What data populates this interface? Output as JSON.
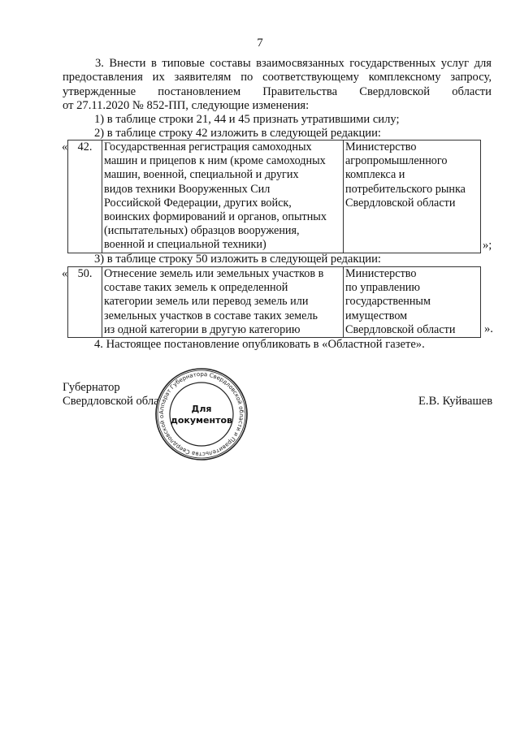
{
  "page_number": "7",
  "paragraph3": {
    "lines": [
      "3. Внести в типовые составы взаимосвязанных государственных услуг для",
      "предоставления их заявителям по соответствующему комплексному запросу,",
      "утвержденные постановлением Правительства Свердловской области",
      "от 27.11.2020 № 852-ПП, следующие изменения:"
    ]
  },
  "sub1": "1) в таблице строки 21, 44 и 45 признать утратившими силу;",
  "sub2": "2) в таблице строку 42 изложить в следующей редакции:",
  "row42": {
    "open_quote": "«",
    "number": "42.",
    "service_lines": [
      "Государственная регистрация самоходных",
      "машин и прицепов к ним (кроме самоходных",
      "машин, военной, специальной и других",
      "видов техники Вооруженных Сил",
      "Российской Федерации, других войск,",
      "воинских формирований и органов, опытных",
      "(испытательных) образцов вооружения,",
      "военной и специальной техники)"
    ],
    "agency_lines": [
      "Министерство",
      "агропромышленного",
      "комплекса и",
      "потребительского рынка",
      "Свердловской области"
    ],
    "close_quote": "»;"
  },
  "sub3": "3) в таблице строку 50 изложить в следующей редакции:",
  "row50": {
    "open_quote": "«",
    "number": "50.",
    "service_lines": [
      "Отнесение земель или земельных участков в",
      "составе таких земель к определенной",
      "категории земель или перевод земель или",
      "земельных участков в составе таких земель",
      "из одной категории в другую категорию"
    ],
    "agency_lines": [
      "Министерство",
      "по управлению",
      "государственным",
      "имуществом",
      "Свердловской области"
    ],
    "close_quote": "»."
  },
  "paragraph4": "4. Настоящее постановление опубликовать в «Областной газете».",
  "signature": {
    "title_line1": "Губернатор",
    "title_line2": "Свердловской области",
    "name": "Е.В. Куйвашев"
  },
  "stamp": {
    "ring_text": "Аппарат Губернатора Свердловской области и Правительства Свердловской области",
    "center_line1": "Для",
    "center_line2": "документов"
  }
}
